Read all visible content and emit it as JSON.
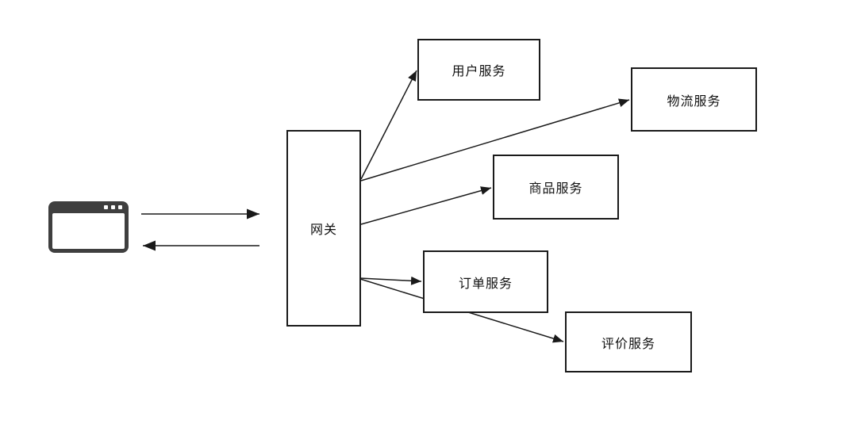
{
  "diagram": {
    "type": "architecture-flowchart",
    "client": {
      "name": "browser-window"
    },
    "gateway": {
      "label": "网关"
    },
    "services": [
      {
        "id": "user-service",
        "label": "用户服务"
      },
      {
        "id": "logistics-service",
        "label": "物流服务"
      },
      {
        "id": "product-service",
        "label": "商品服务"
      },
      {
        "id": "order-service",
        "label": "订单服务"
      },
      {
        "id": "review-service",
        "label": "评价服务"
      }
    ],
    "edges": [
      {
        "from": "browser",
        "to": "gateway"
      },
      {
        "from": "gateway",
        "to": "browser"
      },
      {
        "from": "gateway",
        "to": "user-service"
      },
      {
        "from": "gateway",
        "to": "logistics-service"
      },
      {
        "from": "gateway",
        "to": "product-service"
      },
      {
        "from": "gateway",
        "to": "order-service"
      },
      {
        "from": "gateway",
        "to": "review-service"
      }
    ],
    "colors": {
      "line": "#1a1a1a",
      "box_border": "#1a1a1a",
      "box_fill": "#ffffff",
      "icon_fill": "#3f3f3f",
      "background": "#ffffff"
    }
  }
}
